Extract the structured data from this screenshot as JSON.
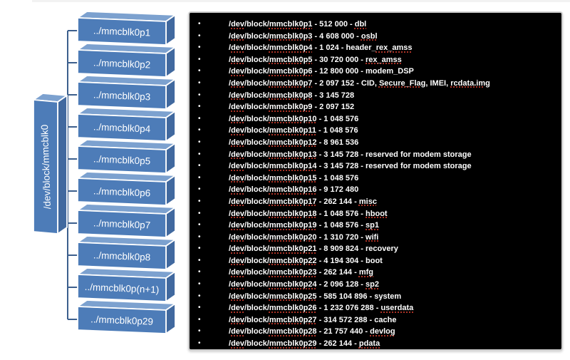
{
  "diagram": {
    "root_label": "/dev/block/mmcblk0",
    "partitions": [
      "../mmcblk0p1",
      "../mmcblk0p2",
      "../mmcblk0p3",
      "../mmcblk0p4",
      "../mmcblk0p5",
      "../mmcblk0p6",
      "../mmcblk0p7",
      "../mmcblk0p8",
      "../mmcblk0p(n+1)",
      "../mmcblk0p29"
    ],
    "colors": {
      "front": "#4d7cb8",
      "top": "#7ca1cf",
      "side": "#41699f",
      "outline": "#ffffff",
      "connector": "#3c5f8d",
      "label": "#ffffff"
    }
  },
  "panel": {
    "background": "#000000",
    "text_color": "#ffffff",
    "squiggle_color": "#a93226",
    "bullet": "•",
    "items": [
      {
        "segments": [
          [
            "/",
            0
          ],
          [
            "dev",
            1
          ],
          [
            "/block/",
            0
          ],
          [
            "mmcblk0p1",
            1
          ],
          [
            " - 512 000 - ",
            0
          ],
          [
            "dbl",
            1
          ]
        ]
      },
      {
        "segments": [
          [
            "/",
            0
          ],
          [
            "dev",
            1
          ],
          [
            "/block/",
            0
          ],
          [
            "mmcblk0p3",
            1
          ],
          [
            " - 4 608 000 - ",
            0
          ],
          [
            "osbl",
            1
          ]
        ]
      },
      {
        "segments": [
          [
            "/",
            0
          ],
          [
            "dev",
            1
          ],
          [
            "/block/",
            0
          ],
          [
            "mmcblk0p4",
            1
          ],
          [
            " - 1 024 - header_",
            0
          ],
          [
            "rex_amss",
            1
          ]
        ]
      },
      {
        "segments": [
          [
            "/",
            0
          ],
          [
            "dev",
            1
          ],
          [
            "/block/",
            0
          ],
          [
            "mmcblk0p5",
            1
          ],
          [
            " - 30 720 000 - ",
            0
          ],
          [
            "rex_amss",
            1
          ]
        ]
      },
      {
        "segments": [
          [
            "/",
            0
          ],
          [
            "dev",
            1
          ],
          [
            "/block/",
            0
          ],
          [
            "mmcblk0p6",
            1
          ],
          [
            " - 12 800 000 - modem_DSP",
            0
          ]
        ]
      },
      {
        "segments": [
          [
            "/",
            0
          ],
          [
            "dev",
            1
          ],
          [
            "/block/",
            0
          ],
          [
            "mmcblk0p7",
            1
          ],
          [
            " - 2 097 152 - CID, ",
            0
          ],
          [
            "Secure_Flag",
            1
          ],
          [
            ", IMEI, ",
            0
          ],
          [
            "rcdata.img",
            1
          ]
        ]
      },
      {
        "segments": [
          [
            "/",
            0
          ],
          [
            "dev",
            1
          ],
          [
            "/block/",
            0
          ],
          [
            "mmcblk0p8",
            1
          ],
          [
            " - 3 145 728",
            0
          ]
        ]
      },
      {
        "segments": [
          [
            "/",
            0
          ],
          [
            "dev",
            1
          ],
          [
            "/block/",
            0
          ],
          [
            "mmcblk0p9",
            1
          ],
          [
            " - 2 097 152",
            0
          ]
        ]
      },
      {
        "segments": [
          [
            "/",
            0
          ],
          [
            "dev",
            1
          ],
          [
            "/block/",
            0
          ],
          [
            "mmcblk0p10",
            1
          ],
          [
            " - 1 048 576",
            0
          ]
        ]
      },
      {
        "segments": [
          [
            "/",
            0
          ],
          [
            "dev",
            1
          ],
          [
            "/block/",
            0
          ],
          [
            "mmcblk0p11",
            1
          ],
          [
            " - 1 048 576",
            0
          ]
        ]
      },
      {
        "segments": [
          [
            "/",
            0
          ],
          [
            "dev",
            1
          ],
          [
            "/block/",
            0
          ],
          [
            "mmcblk0p12",
            1
          ],
          [
            " - 8 961 536",
            0
          ]
        ]
      },
      {
        "segments": [
          [
            "/",
            0
          ],
          [
            "dev",
            1
          ],
          [
            "/block/",
            0
          ],
          [
            "mmcblk0p13",
            1
          ],
          [
            " - 3 145 728 - reserved for modem storage",
            0
          ]
        ]
      },
      {
        "segments": [
          [
            "/",
            0
          ],
          [
            "dev",
            1
          ],
          [
            "/block/",
            0
          ],
          [
            "mmcblk0p14",
            1
          ],
          [
            " - 3 145 728 - reserved for modem storage",
            0
          ]
        ]
      },
      {
        "segments": [
          [
            "/",
            0
          ],
          [
            "dev",
            1
          ],
          [
            "/block/",
            0
          ],
          [
            "mmcblk0p15",
            1
          ],
          [
            " - 1 048 576",
            0
          ]
        ]
      },
      {
        "segments": [
          [
            "/",
            0
          ],
          [
            "dev",
            1
          ],
          [
            "/block/",
            0
          ],
          [
            "mmcblk0p16",
            1
          ],
          [
            " - 9 172 480",
            0
          ]
        ]
      },
      {
        "segments": [
          [
            "/",
            0
          ],
          [
            "dev",
            1
          ],
          [
            "/block/",
            0
          ],
          [
            "mmcblk0p17",
            1
          ],
          [
            " - 262 144 - ",
            0
          ],
          [
            "misc",
            1
          ]
        ]
      },
      {
        "segments": [
          [
            "/",
            0
          ],
          [
            "dev",
            1
          ],
          [
            "/block/",
            0
          ],
          [
            "mmcblk0p18",
            1
          ],
          [
            " - 1 048 576 - ",
            0
          ],
          [
            "hboot",
            1
          ]
        ]
      },
      {
        "segments": [
          [
            "/",
            0
          ],
          [
            "dev",
            1
          ],
          [
            "/block/",
            0
          ],
          [
            "mmcblk0p19",
            1
          ],
          [
            " - 1 048 576 - ",
            0
          ],
          [
            "sp1",
            1
          ]
        ]
      },
      {
        "segments": [
          [
            "/",
            0
          ],
          [
            "dev",
            1
          ],
          [
            "/block/",
            0
          ],
          [
            "mmcblk0p20",
            1
          ],
          [
            " - 1 310 720 - ",
            0
          ],
          [
            "wifi",
            1
          ]
        ]
      },
      {
        "segments": [
          [
            "/",
            0
          ],
          [
            "dev",
            1
          ],
          [
            "/block/",
            0
          ],
          [
            "mmcblk0p21",
            1
          ],
          [
            " - 8 909 824 - recovery",
            0
          ]
        ]
      },
      {
        "segments": [
          [
            "/",
            0
          ],
          [
            "dev",
            1
          ],
          [
            "/block/",
            0
          ],
          [
            "mmcblk0p22",
            1
          ],
          [
            " - 4 194 304 - boot",
            0
          ]
        ]
      },
      {
        "segments": [
          [
            "/",
            0
          ],
          [
            "dev",
            1
          ],
          [
            "/block/",
            0
          ],
          [
            "mmcblk0p23",
            1
          ],
          [
            " - 262 144 - ",
            0
          ],
          [
            "mfg",
            1
          ]
        ]
      },
      {
        "segments": [
          [
            "/",
            0
          ],
          [
            "dev",
            1
          ],
          [
            "/block/",
            0
          ],
          [
            "mmcblk0p24",
            1
          ],
          [
            " - 2 096 128 - ",
            0
          ],
          [
            "sp2",
            1
          ]
        ]
      },
      {
        "segments": [
          [
            "/",
            0
          ],
          [
            "dev",
            1
          ],
          [
            "/block/",
            0
          ],
          [
            "mmcblk0p25",
            1
          ],
          [
            " - 585 104 896 - system",
            0
          ]
        ]
      },
      {
        "segments": [
          [
            "/",
            0
          ],
          [
            "dev",
            1
          ],
          [
            "/block/",
            0
          ],
          [
            "mmcblk0p26",
            1
          ],
          [
            " - 1 232 076 288 - ",
            0
          ],
          [
            "userdata",
            1
          ]
        ]
      },
      {
        "segments": [
          [
            "/",
            0
          ],
          [
            "dev",
            1
          ],
          [
            "/block/",
            0
          ],
          [
            "mmcblk0p27",
            1
          ],
          [
            " - 314 572 288 - cache",
            0
          ]
        ]
      },
      {
        "segments": [
          [
            "/",
            0
          ],
          [
            "dev",
            1
          ],
          [
            "/block/",
            0
          ],
          [
            "mmcblk0p28",
            1
          ],
          [
            " - 21 757 440 - ",
            0
          ],
          [
            "devlog",
            1
          ]
        ]
      },
      {
        "segments": [
          [
            "/",
            0
          ],
          [
            "dev",
            1
          ],
          [
            "/block/",
            0
          ],
          [
            "mmcblk0p29",
            1
          ],
          [
            " - 262 144 - ",
            0
          ],
          [
            "pdata",
            1
          ]
        ]
      }
    ]
  }
}
